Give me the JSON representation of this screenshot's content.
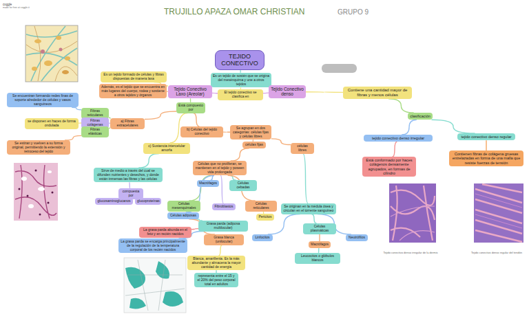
{
  "diagram": {
    "title": "TRUJILLO APAZA OMAR CHRISTIAN",
    "nodes": [
      {
        "text": [
          "TEJIDO CONECTIVO"
        ]
      },
      {
        "text": [
          "Es un tejido de sostén que se origina del mesénquima y une a otros tejidos"
        ]
      },
      {
        "text": [
          "Tejido Conectivo Laxo (Areolar)"
        ]
      },
      {
        "text": [
          "El tejido conectivo se clasifica en"
        ]
      },
      {
        "text": [
          "Tejido Conectivo denso"
        ]
      },
      {
        "text": [
          "Es un tejido formado de células y fibras dispuestas de manera laxa"
        ]
      },
      {
        "text": [
          "Además, es el tejido que se encuentra en más lugares del cuerpo, rodea y sostiene a otros tejidos y órganos"
        ]
      },
      {
        "text": [
          "Está compuesto por"
        ]
      },
      {
        "text": [
          "a) Fibras extracelulares"
        ]
      },
      {
        "text": [
          "Fibras reticulares"
        ]
      },
      {
        "text": [
          "Fibras colágenas"
        ]
      },
      {
        "text": [
          "Fibras elásticas"
        ]
      },
      {
        "text": [
          "Se encuentran formando redes finas de soporte alrededor de células y vasos sanguíneos"
        ]
      },
      {
        "text": [
          "se disponen en haces de forma ondulada"
        ]
      },
      {
        "text": [
          "Se estiran y vuelven a su forma original, permitiendo la extensión y retroceso del tejido"
        ]
      },
      {
        "text": [
          "b) Células del tejido conectivo"
        ]
      },
      {
        "text": [
          "Se agrupan en dos categorías: células fijas y células libres"
        ]
      },
      {
        "text": [
          "células fijas"
        ]
      },
      {
        "text": [
          "células libres"
        ]
      },
      {
        "text": [
          "c) Sustancia intercelular amorfa"
        ]
      },
      {
        "text": [
          "Sirve de medio a través del cual se difunden nutrientes y desechos, y donde están inmersas las fibras y las células"
        ]
      },
      {
        "text": [
          "compuesta por"
        ]
      },
      {
        "text": [
          "glucosaminoglucanos"
        ]
      },
      {
        "text": [
          "glucoproteínas"
        ]
      },
      {
        "text": [
          "Células que no proliferan, se mantienen en el tejido y poseen vida prolongada"
        ]
      },
      {
        "text": [
          "Macrófagos"
        ]
      },
      {
        "text": [
          "Células cebadas"
        ]
      },
      {
        "text": [
          "Células mesenquimales"
        ]
      },
      {
        "text": [
          "Células adiposas"
        ]
      },
      {
        "text": [
          "Fibroblastos"
        ]
      },
      {
        "text": [
          "Células reticulares"
        ]
      },
      {
        "text": [
          "Pericitos"
        ]
      },
      {
        "text": [
          "Grasa parda (adiposa multilocular)"
        ]
      },
      {
        "text": [
          "Grasa blanca (unilocular)"
        ]
      },
      {
        "text": [
          "La grasa parda abunda en el feto y en recién nacidos"
        ]
      },
      {
        "text": [
          "La grasa parda se encarga principalmente de la regulación de la temperatura corporal de los recién nacidos"
        ]
      },
      {
        "text": [
          "Blanca, amarillenta. Es la más abundante y almacena la mayor cantidad de energía"
        ]
      },
      {
        "text": [
          "representa entre el 15 y el 20% del peso corporal total en adultos"
        ]
      },
      {
        "text": [
          "Se originan en la médula ósea y circulan en el torrente sanguíneo"
        ]
      },
      {
        "text": [
          "Linfocitos"
        ]
      },
      {
        "text": [
          "Células plasmáticas"
        ]
      },
      {
        "text": [
          "Neutrófilos"
        ]
      },
      {
        "text": [
          "Macrófagos"
        ]
      },
      {
        "text": [
          "Leucocitos o glóbulos blancos"
        ]
      },
      {
        "text": [
          "Contiene una cantidad mayor de fibras y menos células"
        ]
      },
      {
        "text": [
          "clasificación"
        ]
      },
      {
        "text": [
          "tejido conectivo denso irregular"
        ]
      },
      {
        "text": [
          "tejido conectivo denso regular"
        ]
      },
      {
        "text": [
          "Está conformado por haces colágenos densamente agrupados, en formas de cilindro"
        ]
      },
      {
        "text": [
          "Contienen fibras de colágena gruesas entrelazadas en forma de una malla que resiste fuerzas de tensión"
        ]
      }
    ],
    "edges": [
      {
        "from": 0,
        "to": 1,
        "arrow": "none"
      },
      {
        "from": 1,
        "to": 3,
        "arrow": "none"
      },
      {
        "from": 3,
        "to": 2,
        "arrow": "none"
      },
      {
        "from": 3,
        "to": 4,
        "arrow": "none"
      },
      {
        "from": 2,
        "to": 5,
        "arrow": "none"
      },
      {
        "from": 2,
        "to": 6,
        "arrow": "none"
      },
      {
        "from": 2,
        "to": 7,
        "arrow": "none"
      },
      {
        "from": 7,
        "to": 8,
        "arrow": "none"
      },
      {
        "from": 7,
        "to": 15,
        "arrow": "none"
      },
      {
        "from": 7,
        "to": 19,
        "arrow": "none"
      },
      {
        "from": 8,
        "to": 9,
        "arrow": "none"
      },
      {
        "from": 8,
        "to": 10,
        "arrow": "none"
      },
      {
        "from": 8,
        "to": 11,
        "arrow": "none"
      },
      {
        "from": 9,
        "to": 12,
        "arrow": "none"
      },
      {
        "from": 10,
        "to": 13,
        "arrow": "none"
      },
      {
        "from": 11,
        "to": 14,
        "arrow": "none"
      },
      {
        "from": 15,
        "to": 16,
        "arrow": "none"
      },
      {
        "from": 16,
        "to": 17,
        "arrow": "none"
      },
      {
        "from": 16,
        "to": 18,
        "arrow": "none"
      },
      {
        "from": 17,
        "to": 24,
        "arrow": "none"
      },
      {
        "from": 24,
        "to": 25,
        "arrow": "none"
      },
      {
        "from": 24,
        "to": 26,
        "arrow": "none"
      },
      {
        "from": 24,
        "to": 27,
        "arrow": "none"
      },
      {
        "from": 24,
        "to": 28,
        "arrow": "none"
      },
      {
        "from": 24,
        "to": 29,
        "arrow": "none"
      },
      {
        "from": 24,
        "to": 30,
        "arrow": "none"
      },
      {
        "from": 30,
        "to": 31,
        "arrow": "none"
      },
      {
        "from": 28,
        "to": 32,
        "arrow": "none"
      },
      {
        "from": 28,
        "to": 33,
        "arrow": "none"
      },
      {
        "from": 32,
        "to": 34,
        "arrow": "none"
      },
      {
        "from": 32,
        "to": 35,
        "arrow": "none"
      },
      {
        "from": 33,
        "to": 36,
        "arrow": "none"
      },
      {
        "from": 36,
        "to": 37,
        "arrow": "none"
      },
      {
        "from": 19,
        "to": 20,
        "arrow": "none"
      },
      {
        "from": 20,
        "to": 21,
        "arrow": "none"
      },
      {
        "from": 21,
        "to": 22,
        "arrow": "none"
      },
      {
        "from": 21,
        "to": 23,
        "arrow": "none"
      },
      {
        "from": 18,
        "to": 38,
        "arrow": "none"
      },
      {
        "from": 38,
        "to": 39,
        "arrow": "none"
      },
      {
        "from": 38,
        "to": 40,
        "arrow": "none"
      },
      {
        "from": 38,
        "to": 41,
        "arrow": "none"
      },
      {
        "from": 40,
        "to": 42,
        "arrow": "none"
      },
      {
        "from": 42,
        "to": 43,
        "arrow": "none"
      },
      {
        "from": 4,
        "to": 44,
        "arrow": "none"
      },
      {
        "from": 44,
        "to": 45,
        "arrow": "none"
      },
      {
        "from": 45,
        "to": 46,
        "arrow": "none"
      },
      {
        "from": 45,
        "to": 47,
        "arrow": "none"
      },
      {
        "from": 46,
        "to": 48,
        "arrow": "none"
      },
      {
        "from": 47,
        "to": 49,
        "arrow": "none"
      }
    ],
    "labels": [
      "coggle",
      "made for free at coggle.it",
      "GRUPO 9",
      "Tejido conectivo denso irregular de la dermis",
      "Tejido conectivo denso regular del tendón"
    ]
  }
}
